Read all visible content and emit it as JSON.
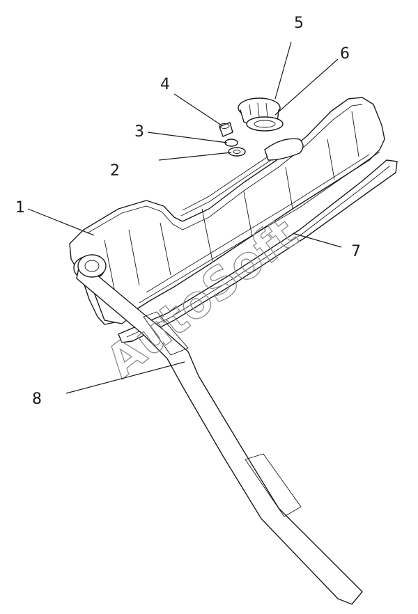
{
  "diagram": {
    "watermark": "AutoSoft",
    "callouts": [
      {
        "id": "1",
        "label": "1"
      },
      {
        "id": "2",
        "label": "2"
      },
      {
        "id": "3",
        "label": "3"
      },
      {
        "id": "4",
        "label": "4"
      },
      {
        "id": "5",
        "label": "5"
      },
      {
        "id": "6",
        "label": "6"
      },
      {
        "id": "7",
        "label": "7"
      },
      {
        "id": "8",
        "label": "8"
      }
    ]
  },
  "colors": {
    "line": "#1a1a1a",
    "background": "#ffffff",
    "watermark": "#8a8a8a"
  }
}
